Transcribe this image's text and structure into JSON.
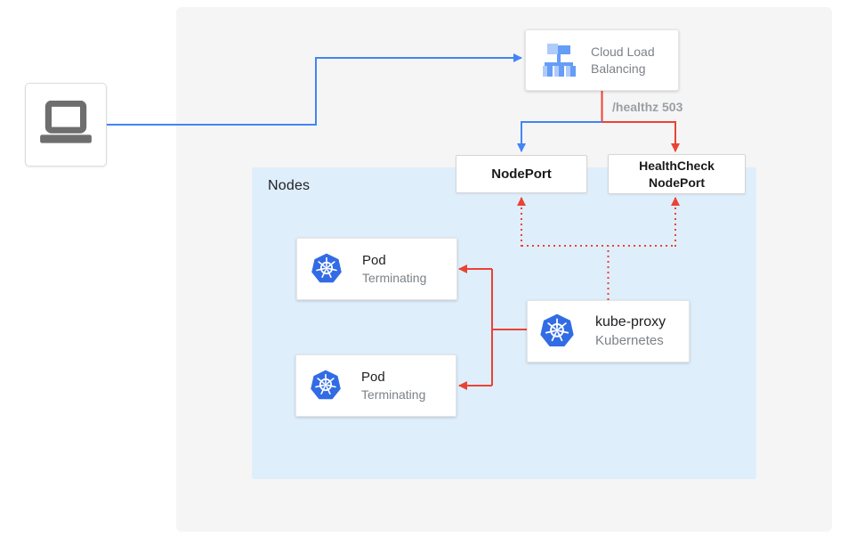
{
  "colors": {
    "traffic_blue": "#4285F4",
    "health_red": "#EA4335",
    "nodes_bg": "#DFEEFB",
    "canvas_bg": "#F5F5F5",
    "text_dark": "#202124",
    "text_gray": "#7D8287",
    "label_gray": "#9B9FA3",
    "k8s_blue": "#326CE5",
    "lb_light": "#AECBFA",
    "lb_mid": "#669DF6",
    "laptop_gray": "#6E6E6E"
  },
  "icons": {
    "client": "laptop-icon",
    "load_balancer": "load-balancer-icon",
    "kubernetes": "kubernetes-helm-icon"
  },
  "nodes_container": {
    "label": "Nodes"
  },
  "cloud_load_balancing": {
    "label": "Cloud Load Balancing"
  },
  "healthz_label": "/healthz 503",
  "nodeport": {
    "label": "NodePort"
  },
  "healthcheck_nodeport": {
    "line1": "HealthCheck",
    "line2": "NodePort"
  },
  "pods": [
    {
      "title": "Pod",
      "status": "Terminating"
    },
    {
      "title": "Pod",
      "status": "Terminating"
    }
  ],
  "kube_proxy": {
    "title": "kube-proxy",
    "subtitle": "Kubernetes"
  }
}
